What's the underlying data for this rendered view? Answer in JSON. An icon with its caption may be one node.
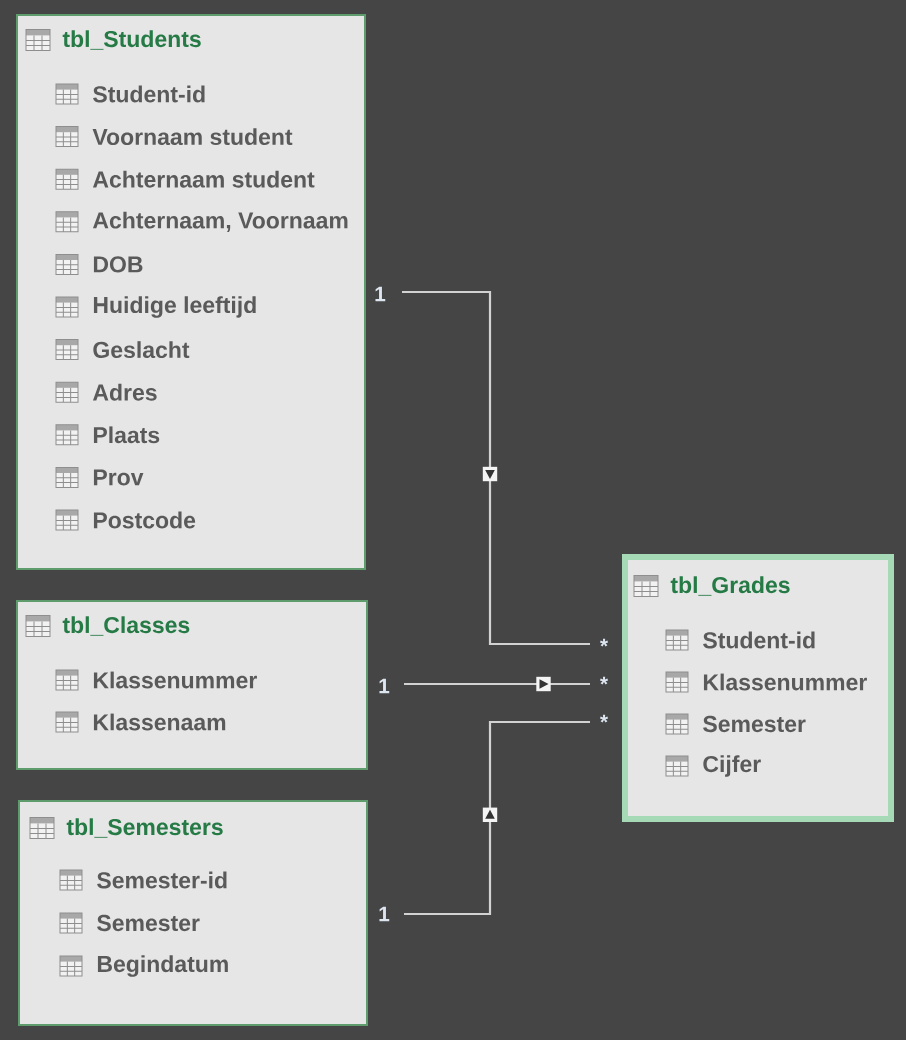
{
  "diagram": {
    "nodes": [
      {
        "text": [
          "tbl_Students",
          "Student-id",
          "Voornaam student",
          "Achternaam student",
          "Achternaam, Voornaam",
          "DOB",
          "Huidige leeftijd",
          "Geslacht",
          "Adres",
          "Plaats",
          "Prov",
          "Postcode"
        ]
      },
      {
        "text": [
          "tbl_Classes",
          "Klassenummer",
          "Klassenaam"
        ]
      },
      {
        "text": [
          "tbl_Semesters",
          "Semester-id",
          "Semester",
          "Begindatum"
        ]
      },
      {
        "text": [
          "tbl_Grades",
          "Student-id",
          "Klassenummer",
          "Semester",
          "Cijfer"
        ]
      }
    ],
    "edges": [
      {
        "from": 0,
        "to": 3,
        "arrow": "to"
      },
      {
        "from": 1,
        "to": 3,
        "arrow": "to"
      },
      {
        "from": 2,
        "to": 3,
        "arrow": "to"
      }
    ],
    "labels": [
      "1",
      "*",
      "1",
      "*",
      "*",
      "1"
    ]
  }
}
